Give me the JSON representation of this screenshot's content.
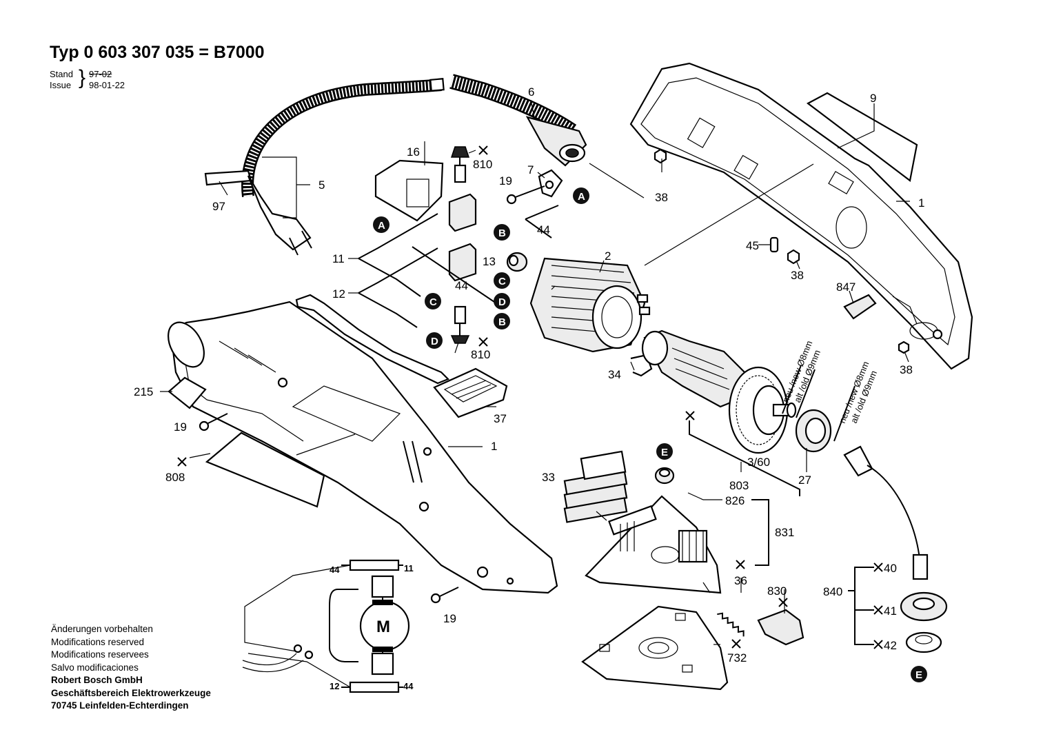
{
  "header": {
    "title": "Typ 0 603 307 035 = B7000",
    "stand_label": "Stand",
    "stand_value": "97-02",
    "issue_label": "Issue",
    "issue_value": "98-01-22"
  },
  "footer": {
    "lines": [
      "Änderungen vorbehalten",
      "Modifications reserved",
      "Modifications reservees",
      "Salvo modificaciones"
    ],
    "company": [
      "Robert Bosch GmbH",
      "Geschäftsbereich Elektrowerkzeuge",
      "70745 Leinfelden-Echterdingen"
    ]
  },
  "part_labels": {
    "p1_top": "1",
    "p1_bottom": "1",
    "p2": "2",
    "p5": "5",
    "p6": "6",
    "p7": "7",
    "p9": "9",
    "p11": "11",
    "p12": "12",
    "p13": "13",
    "p16": "16",
    "p19_a": "19",
    "p19_b": "19",
    "p19_c": "19",
    "p27": "27",
    "p33": "33",
    "p34": "34",
    "p36": "36",
    "p37": "37",
    "p38_a": "38",
    "p38_b": "38",
    "p38_c": "38",
    "p40": "40",
    "p41": "41",
    "p42": "42",
    "p44_a": "44",
    "p44_b": "44",
    "p45": "45",
    "p97": "97",
    "p215": "215",
    "p360": "3/60",
    "p732": "732",
    "p803": "803",
    "p808": "808",
    "p810_a": "810",
    "p810_b": "810",
    "p826": "826",
    "p830": "830",
    "p831": "831",
    "p840": "840",
    "p847": "847"
  },
  "callouts": {
    "a1": "A",
    "a2": "A",
    "b1": "B",
    "b2": "B",
    "c1": "C",
    "c2": "C",
    "d1": "D",
    "d2": "D",
    "e1": "E",
    "e2": "E"
  },
  "annotations": {
    "armature_new": "neu /new Ø8mm",
    "armature_old": "alt /old Ø9mm",
    "bearing_new": "neu /new Ø8mm",
    "bearing_old": "alt /old Ø9mm"
  },
  "schematic": {
    "motor": "M",
    "t44_top": "44",
    "t11": "11",
    "t12": "12",
    "t44_bottom": "44"
  }
}
